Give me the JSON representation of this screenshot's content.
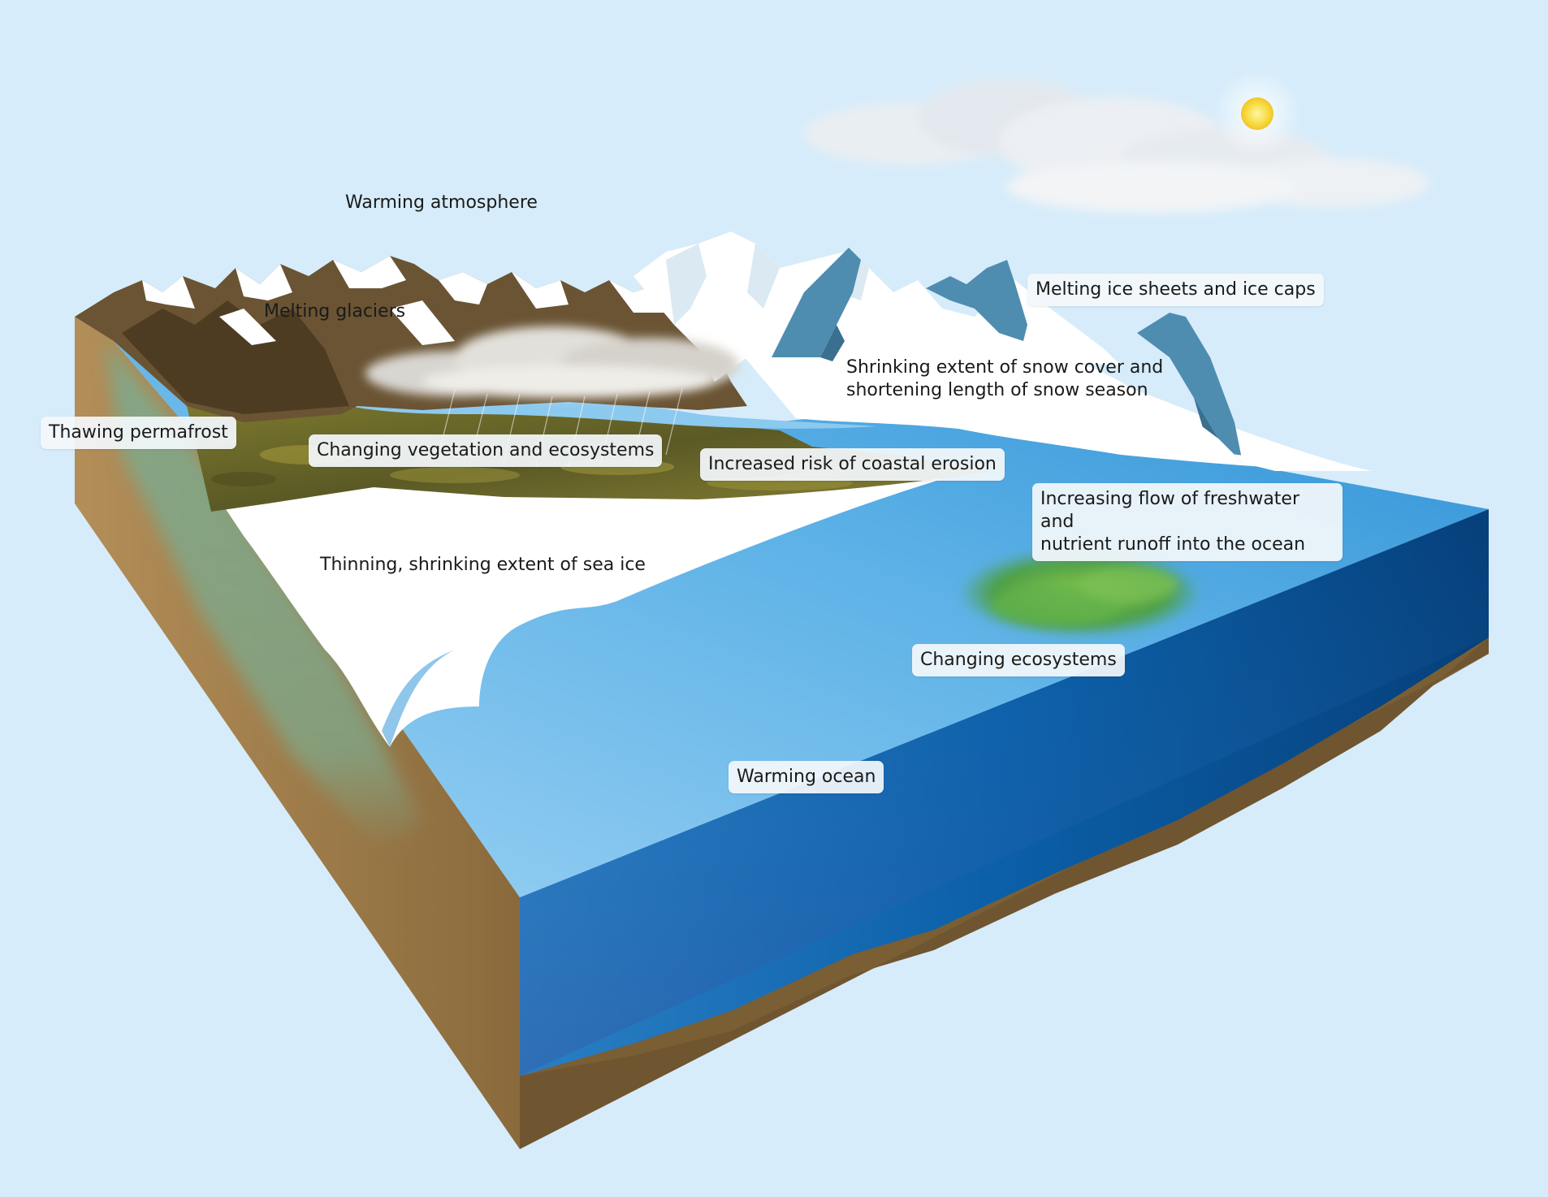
{
  "labels": {
    "warming_atmosphere": "Warming atmosphere",
    "melting_glaciers": "Melting glaciers",
    "melting_ice_sheets": "Melting ice sheets and ice caps",
    "snow_cover_line1": "Shrinking extent of snow cover and",
    "snow_cover_line2": "shortening length of snow season",
    "thawing_permafrost": "Thawing permafrost",
    "changing_vegetation": "Changing vegetation and ecosystems",
    "coastal_erosion": "Increased risk of coastal erosion",
    "freshwater_line1": "Increasing flow of freshwater and",
    "freshwater_line2": "nutrient runoff into the ocean",
    "sea_ice": "Thinning, shrinking extent of sea ice",
    "changing_ecosystems": "Changing ecosystems",
    "warming_ocean": "Warming ocean"
  },
  "colors": {
    "sky": "#d6ecfa",
    "ocean_surface": "#6cbcea",
    "ocean_deep": "#0d5fa6",
    "seabed": "#7a5e34",
    "soil": "#a88452",
    "permafrost": "#7ea588",
    "vegetation": "#6b6a2a",
    "snow": "#ffffff",
    "mountain_rock": "#5f4a2e",
    "blue_rock": "#4f8db0",
    "sun": "#f8df3c",
    "algae": "#55a54a"
  }
}
